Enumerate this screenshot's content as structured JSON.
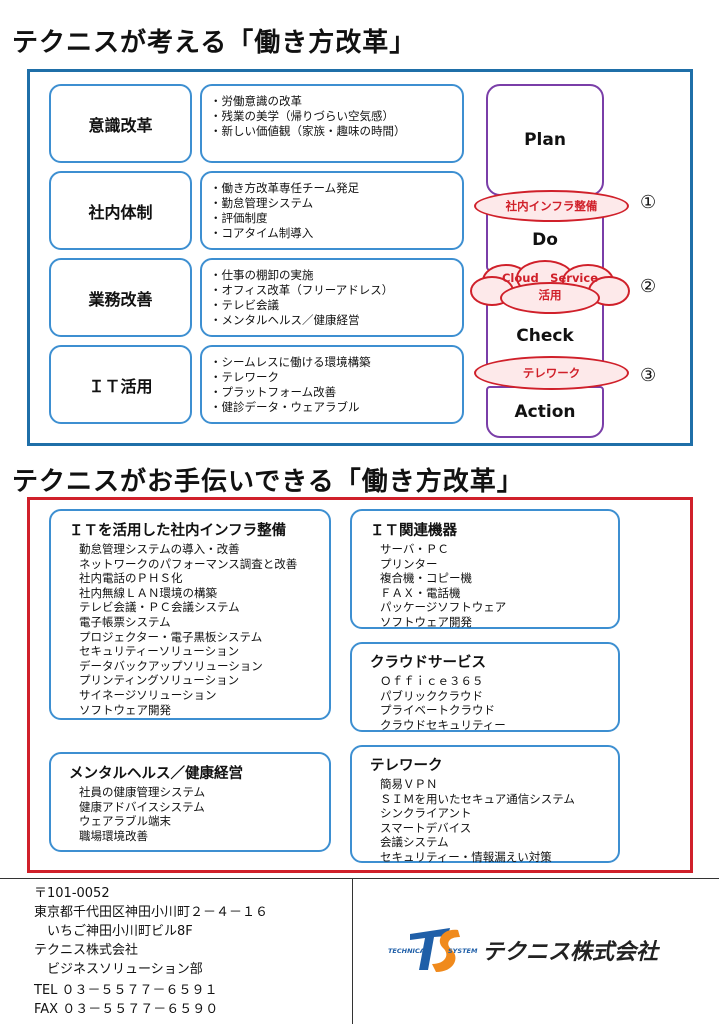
{
  "title1": "テクニスが考える「働き方改革」",
  "title2": "テクニスがお手伝いできる「働き方改革」",
  "reform": [
    {
      "category": "意識改革",
      "items": [
        "・労働意識の改革",
        "・残業の美学（帰りづらい空気感）",
        "・新しい価値観（家族・趣味の時間）"
      ]
    },
    {
      "category": "社内体制",
      "items": [
        "・働き方改革専任チーム発足",
        "・勤怠管理システム",
        "・評価制度",
        "・コアタイム制導入"
      ]
    },
    {
      "category": "業務改善",
      "items": [
        "・仕事の棚卸の実施",
        "・オフィス改革（フリーアドレス）",
        "・テレビ会議",
        "・メンタルヘルス／健康経営"
      ]
    },
    {
      "category": "ＩＴ活用",
      "items": [
        "・シームレスに働ける環境構築",
        "・テレワーク",
        "・プラットフォーム改善",
        "・健診データ・ウェアラブル"
      ]
    }
  ],
  "pdca": {
    "plan": "Plan",
    "do": "Do",
    "check": "Check",
    "action": "Action",
    "infra": "社内インフラ整備",
    "cloud_line1": "Cloud　Service",
    "cloud_line2": "活用",
    "telework": "テレワーク",
    "num1": "①",
    "num2": "②",
    "num3": "③"
  },
  "services": {
    "infra": {
      "title": "ＩＴを活用した社内インフラ整備",
      "items": [
        "勤怠管理システムの導入・改善",
        "ネットワークのパフォーマンス調査と改善",
        "社内電話のＰＨＳ化",
        "社内無線ＬＡＮ環境の構築",
        "テレビ会議・ＰＣ会議システム",
        "電子帳票システム",
        "プロジェクター・電子黒板システム",
        "セキュリティーソリューション",
        "データバックアップソリューション",
        "プリンティングソリューション",
        "サイネージソリューション",
        "ソフトウェア開発"
      ]
    },
    "it": {
      "title": "ＩＴ関連機器",
      "items": [
        "サーバ・ＰＣ",
        "プリンター",
        "複合機・コピー機",
        "ＦＡＸ・電話機",
        "パッケージソフトウェア",
        "ソフトウェア開発"
      ]
    },
    "cloud": {
      "title": "クラウドサービス",
      "items": [
        "Ｏｆｆｉｃｅ３６５",
        "パブリッククラウド",
        "プライベートクラウド",
        "クラウドセキュリティー"
      ]
    },
    "mental": {
      "title": "メンタルヘルス／健康経営",
      "items": [
        "社員の健康管理システム",
        "健康アドバイスシステム",
        "ウェアラブル端末",
        "職場環境改善"
      ]
    },
    "telework": {
      "title": "テレワーク",
      "items": [
        "簡易ＶＰＮ",
        "ＳＩＭを用いたセキュア通信システム",
        "シンクライアント",
        "スマートデバイス",
        "会議システム",
        "セキュリティー・情報漏えい対策"
      ]
    }
  },
  "footer": {
    "postal": "〒101-0052",
    "address": "東京都千代田区神田小川町２－４－１６",
    "building": "　いちご神田小川町ビル8F",
    "company": "テクニス株式会社",
    "dept": "　ビジネスソリューション部",
    "tel": "TEL ０３－５５７７－６５９１",
    "fax": "FAX ０３－５５７７－６５９０",
    "logo_left": "TECHNICAL",
    "logo_right": "SYSTEM",
    "logo_company": "テクニス株式会社"
  },
  "colors": {
    "blue": "#1f6fa8",
    "red": "#d0202a",
    "purple": "#7a3ea8",
    "light_blue": "#3d8fd1"
  }
}
